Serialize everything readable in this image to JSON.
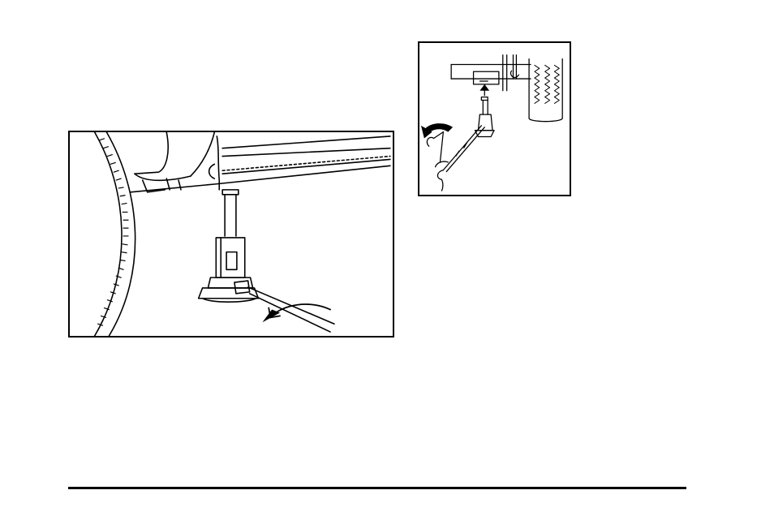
{
  "page": {
    "figures": [
      {
        "id": "jack-under-vehicle",
        "description_icon": "jack-lowering-illustration"
      },
      {
        "id": "jack-detail",
        "description_icon": "jack-detail-illustration"
      }
    ],
    "colors": {
      "ink": "#000000",
      "paper": "#ffffff"
    }
  }
}
